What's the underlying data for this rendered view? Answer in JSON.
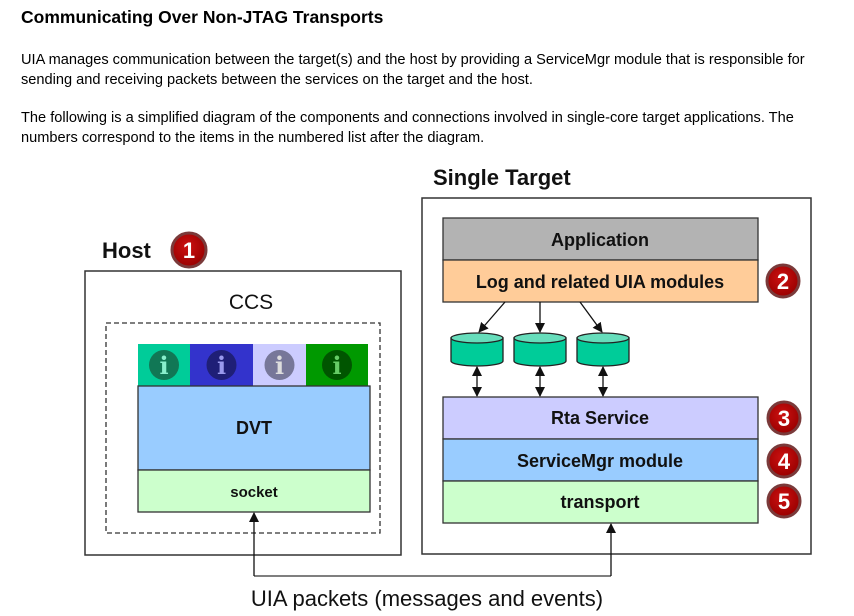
{
  "heading": "Communicating Over Non-JTAG Transports",
  "paragraphs": [
    "UIA manages communication between the target(s) and the host by providing a ServiceMgr module that is responsible for sending and receiving packets between the services on the target and the host.",
    "The following is a simplified diagram of the components and connections involved in single-core target applications. The numbers correspond to the items in the numbered list after the diagram."
  ],
  "diagram": {
    "host": {
      "title": "Host",
      "badge": "1",
      "ccs_label": "CCS",
      "info_icons": [
        {
          "name": "info-icon",
          "bg": "#00cc99",
          "circle": "#117755",
          "glyph": "#88eecc"
        },
        {
          "name": "info-icon",
          "bg": "#3333cc",
          "circle": "#1f1f77",
          "glyph": "#9999ee"
        },
        {
          "name": "info-icon",
          "bg": "#ccccff",
          "circle": "#777799",
          "glyph": "#dddddd"
        },
        {
          "name": "info-icon",
          "bg": "#009900",
          "circle": "#005500",
          "glyph": "#66cc66"
        }
      ],
      "dvt_label": "DVT",
      "socket_label": "socket"
    },
    "target": {
      "title": "Single Target",
      "application_label": "Application",
      "log_label": "Log and related UIA modules",
      "log_badge": "2",
      "rta_label": "Rta Service",
      "rta_badge": "3",
      "servicemgr_label": "ServiceMgr module",
      "servicemgr_badge": "4",
      "transport_label": "transport",
      "transport_badge": "5",
      "buffer_count": 3
    },
    "packets_label": "UIA packets (messages and events)",
    "colors": {
      "application": "#b3b3b3",
      "log": "#ffcc99",
      "rta": "#ccccff",
      "servicemgr": "#99ccff",
      "transport": "#ccffcc",
      "dvt": "#99ccff",
      "socket": "#ccffcc",
      "buffer": "#00cc99",
      "buffer_top": "#66ddbb",
      "badge": "#aa0000",
      "badge_ring": "#7a3a3a"
    }
  }
}
